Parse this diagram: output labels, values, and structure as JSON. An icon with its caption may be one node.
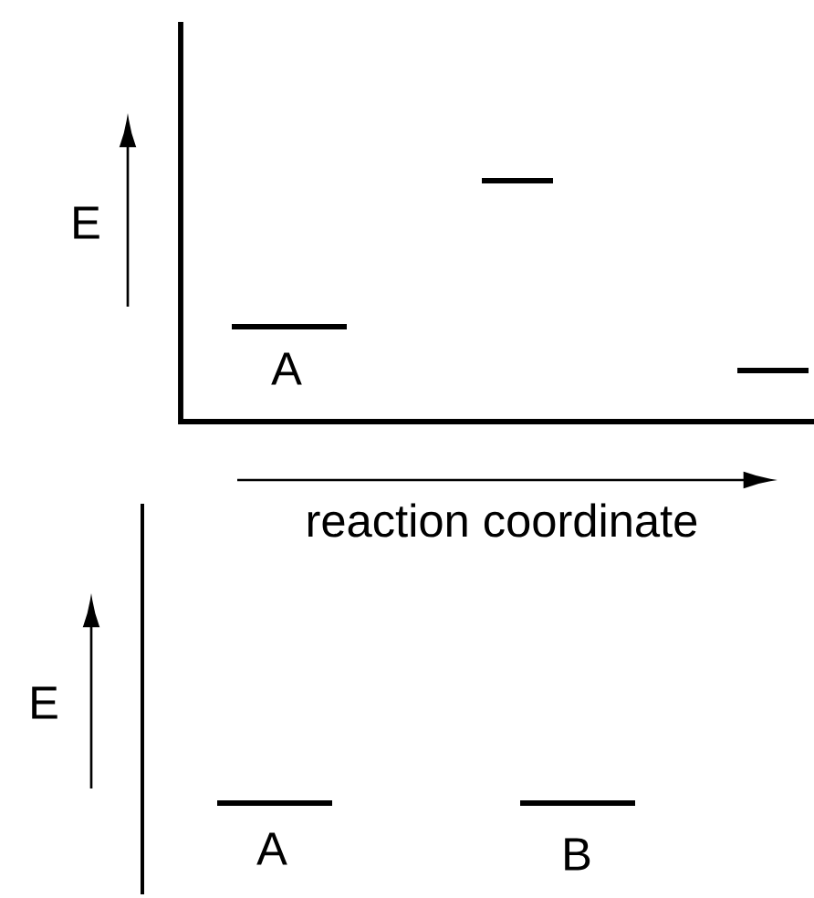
{
  "diagram": {
    "labels": [
      "E",
      "A",
      "reaction coordinate",
      "E",
      "A",
      "B"
    ]
  }
}
